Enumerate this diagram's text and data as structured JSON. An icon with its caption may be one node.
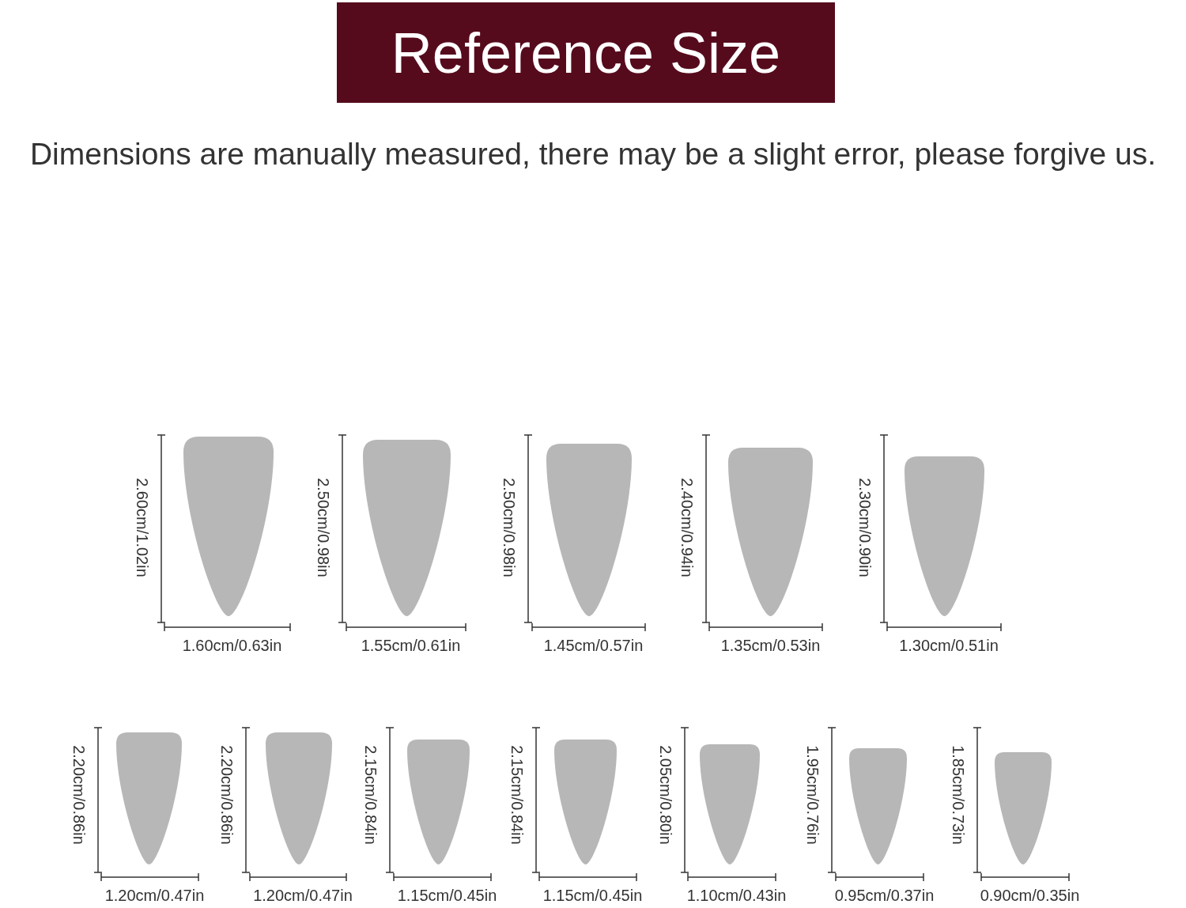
{
  "diagram": {
    "title": "Reference Size",
    "nodes": [
      {
        "text": [],
        "shape": "nail"
      },
      {
        "text": [],
        "shape": "nail"
      },
      {
        "text": [],
        "shape": "nail"
      },
      {
        "text": [],
        "shape": "nail"
      },
      {
        "text": [],
        "shape": "nail"
      },
      {
        "text": [],
        "shape": "nail"
      },
      {
        "text": [],
        "shape": "nail"
      },
      {
        "text": [],
        "shape": "nail"
      },
      {
        "text": [],
        "shape": "nail"
      },
      {
        "text": [],
        "shape": "nail"
      },
      {
        "text": [],
        "shape": "nail"
      },
      {
        "text": [],
        "shape": "nail"
      }
    ],
    "labels": [
      "Dimensions are manually measured, there may be a slight error, please forgive us.",
      "2.60cm/1.02in",
      "1.60cm/0.63in",
      "2.50cm/0.98in",
      "1.55cm/0.61in",
      "2.50cm/0.98in",
      "1.45cm/0.57in",
      "2.40cm/0.94in",
      "1.35cm/0.53in",
      "2.30cm/0.90in",
      "1.30cm/0.51in",
      "2.20cm/0.86in",
      "1.20cm/0.47in",
      "2.20cm/0.86in",
      "1.20cm/0.47in",
      "2.15cm/0.84in",
      "1.15cm/0.45in",
      "2.15cm/0.84in",
      "1.15cm/0.45in",
      "2.05cm/0.80in",
      "1.10cm/0.43in",
      "1.95cm/0.76in",
      "0.95cm/0.37in",
      "1.85cm/0.73in",
      "0.90cm/0.35in"
    ]
  }
}
